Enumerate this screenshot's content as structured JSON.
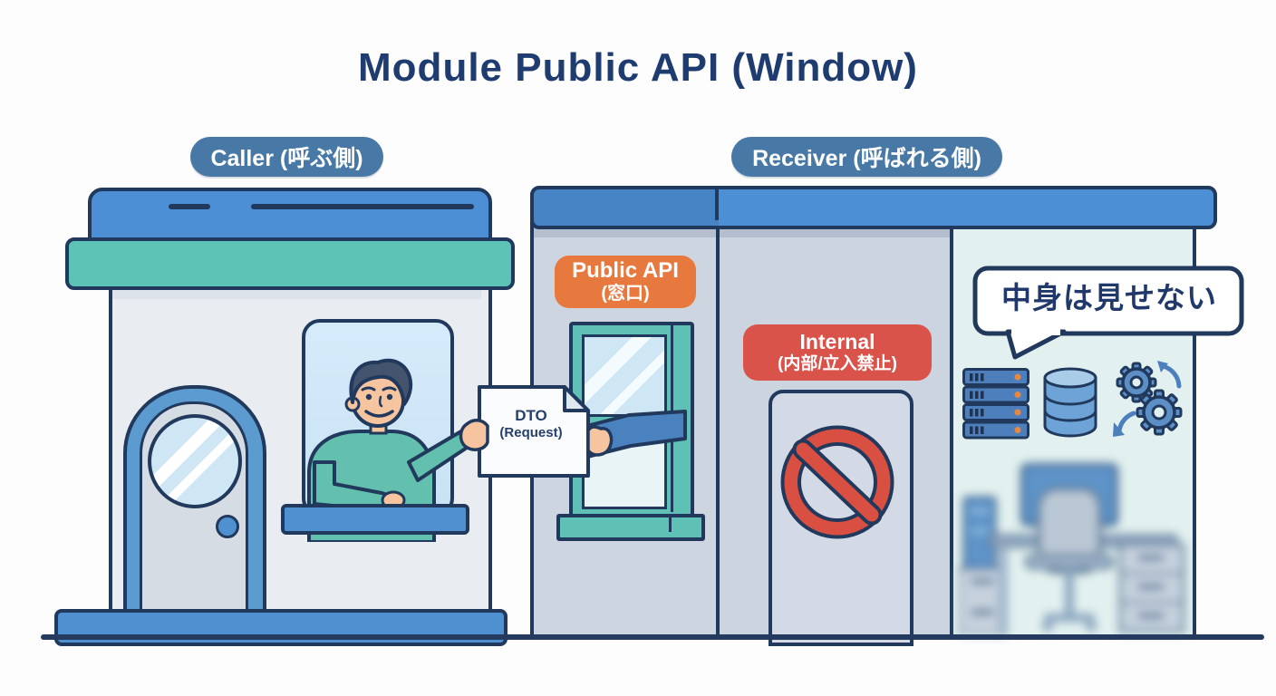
{
  "title": "Module Public API (Window)",
  "labels": {
    "caller": "Caller (呼ぶ側)",
    "receiver": "Receiver (呼ばれる側)"
  },
  "badges": {
    "public_api": {
      "line1": "Public API",
      "line2": "(窓口)"
    },
    "internal": {
      "line1": "Internal",
      "line2": "(内部/立入禁止)"
    }
  },
  "document": {
    "line1": "DTO",
    "line2": "(Request)"
  },
  "speech": {
    "text": "中身は見せない"
  },
  "icons": {
    "servers": "server-rack-icon",
    "database": "database-icon",
    "gears": "gears-icon"
  },
  "colors": {
    "outline_navy": "#21395c",
    "title_navy": "#1e3c70",
    "label_pill_blue": "#4879a6",
    "roof_blue": "#4d8fd4",
    "awning_teal": "#5ec3b7",
    "window_frame_teal": "#5fc0b5",
    "public_api_orange": "#e8793e",
    "internal_red": "#d9534b",
    "no_entry_red": "#d94f42",
    "caller_wall": "#e9edf1",
    "receiver_wall": "#cdd5e1",
    "hidden_room_wall": "#e2f1ef",
    "sweater_teal": "#63c0ae",
    "sleeve_blue": "#4a82c0",
    "skin": "#f6c5a0"
  }
}
